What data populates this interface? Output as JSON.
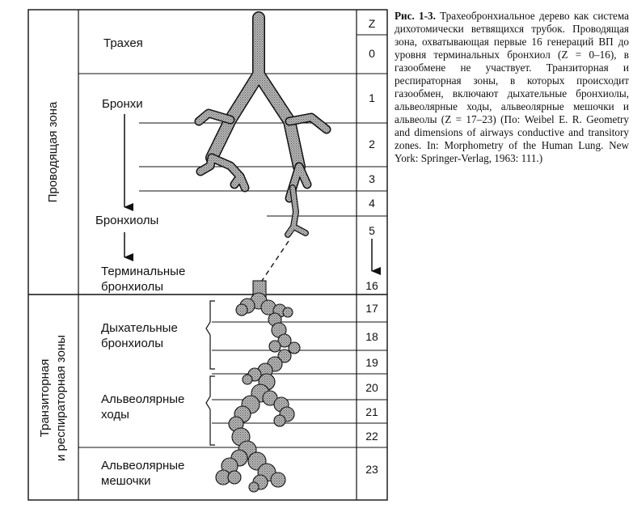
{
  "z_header": "Z",
  "zones": {
    "conducting": "Проводящая зона",
    "transitional_line1": "Транзиторная",
    "transitional_line2": "и респираторная зоны"
  },
  "names": {
    "trachea": "Трахея",
    "bronchi": "Бронхи",
    "bronchioles": "Бронхиолы",
    "terminal_line1": "Терминальные",
    "terminal_line2": "бронхиолы",
    "resp_line1": "Дыхательные",
    "resp_line2": "бронхиолы",
    "ducts_line1": "Альвеолярные",
    "ducts_line2": "ходы",
    "sacs_line1": "Альвеолярные",
    "sacs_line2": "мешочки"
  },
  "z_values": [
    "0",
    "1",
    "2",
    "3",
    "4",
    "5",
    "16",
    "17",
    "18",
    "19",
    "20",
    "21",
    "22",
    "23"
  ],
  "caption": {
    "label": "Рис. 1-3.",
    "text": "Трахеобронхиальное дерево как система дихотомически ветвящихся трубок. Проводящая зона, охватывающая первые 16 генераций ВП до уровня терминальных бронхиол (Z = 0–16), в газообмене не участвует. Транзиторная и респираторная зоны, в которых происходит газообмен, включают дыхательные бронхиолы, альвеолярные ходы, альвеолярные мешочки и альвеолы (Z = 17–23) (По: Weibel E. R. Geometry and dimensions of airways conductive and transitory zones. In: Morphometry of the Human Lung. New York: Springer-Verlag, 1963: 111.)"
  }
}
